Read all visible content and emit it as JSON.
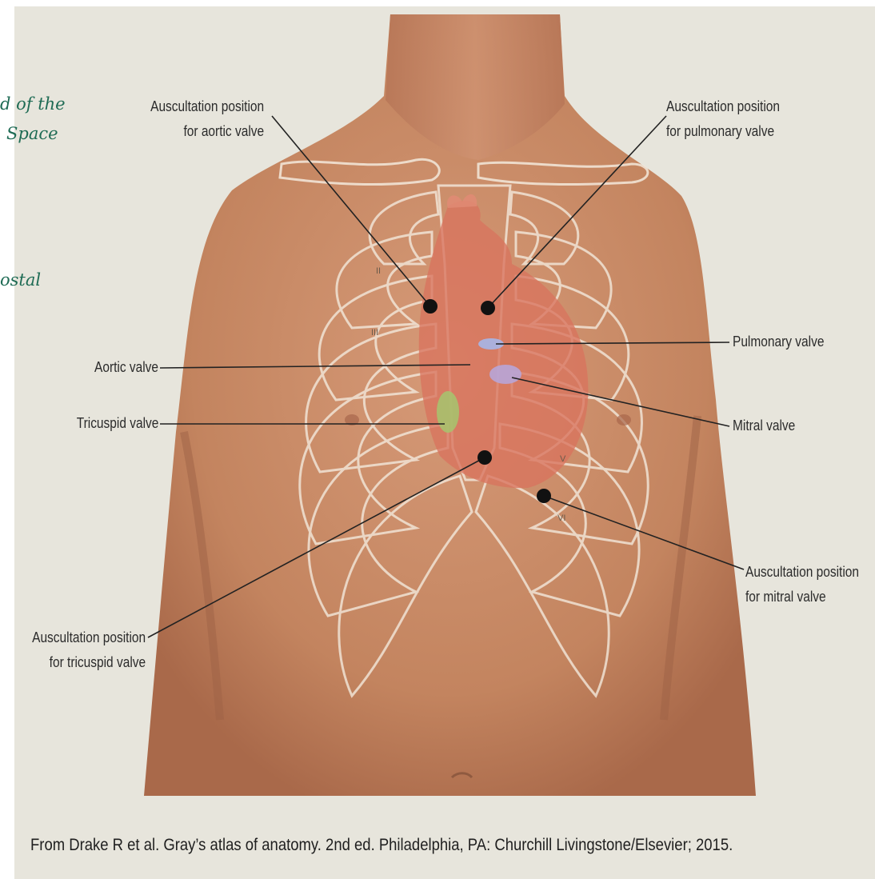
{
  "handwritten_notes": {
    "note_1_line_1": "d of the",
    "note_1_line_2": "Space",
    "note_2": "ostal"
  },
  "labels": {
    "aortic_position": [
      "Auscultation position",
      "for aortic valve"
    ],
    "pulmonary_position": [
      "Auscultation position",
      "for pulmonary valve"
    ],
    "pulmonary_valve": "Pulmonary valve",
    "aortic_valve": "Aortic valve",
    "mitral_valve": "Mitral valve",
    "tricuspid_valve": "Tricuspid valve",
    "mitral_position": [
      "Auscultation position",
      "for mitral valve"
    ],
    "tricuspid_position": [
      "Auscultation position",
      "for tricuspid valve"
    ]
  },
  "rib_numbers": [
    "II",
    "III",
    "V",
    "VI"
  ],
  "citation": "From Drake R et al. Gray’s atlas of anatomy. 2nd ed. Philadelphia, PA: Churchill Livingstone/Elsevier; 2015.",
  "colors": {
    "background": "#e7e5dc",
    "skin": "#c98a68",
    "skin_shadow": "#a86a4b",
    "rib_outline": "#f3e9dc",
    "heart": "#d9735e",
    "pulmonary_valve": "#a9b3e2",
    "mitral_valve": "#b8a5d8",
    "tricuspid_valve": "#a8c16e",
    "marker": "#111111",
    "handwriting": "#1e6b54"
  }
}
